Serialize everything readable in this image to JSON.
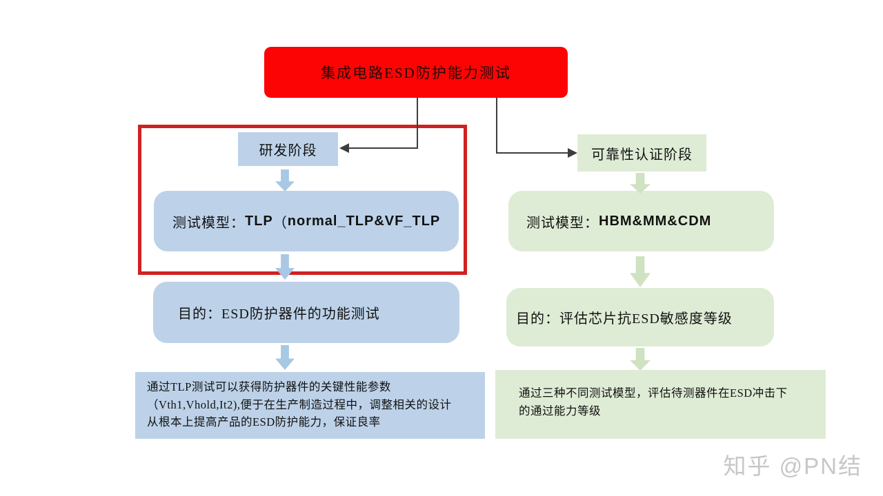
{
  "colors": {
    "bg": "#ffffff",
    "title-bg": "#fc0404",
    "title-text": "#260a06",
    "blue-box": "#bdd2e9",
    "blue-arrow": "#a8c8e4",
    "green-box": "#dfecd5",
    "green-arrow": "#cfe2c2",
    "highlight-red": "#d02121",
    "line": "#3d3d3d",
    "text": "#111111",
    "watermark": "#c7c7c7"
  },
  "title": {
    "label": "集成电路ESD防护能力测试"
  },
  "left": {
    "stage": "研发阶段",
    "model_prefix": "测试模型：",
    "model_name": "TLP",
    "model_open_paren": "（",
    "model_detail": "normal_TLP&VF_TLP",
    "purpose": "目的：ESD防护器件的功能测试",
    "note_line1": "通过TLP测试可以获得防护器件的关键性能参数",
    "note_line2": "（Vth1,Vhold,It2),便于在生产制造过程中，调整相关的设计",
    "note_line3": "从根本上提高产品的ESD防护能力，保证良率"
  },
  "right": {
    "stage": "可靠性认证阶段",
    "model_prefix": "测试模型：",
    "model_name": "HBM&MM&CDM",
    "purpose": "目的：评估芯片抗ESD敏感度等级",
    "note_line1": "通过三种不同测试模型，评估待测器件在ESD冲击下",
    "note_line2": "的通过能力等级"
  },
  "watermark": {
    "label": "知乎 @PN结"
  }
}
